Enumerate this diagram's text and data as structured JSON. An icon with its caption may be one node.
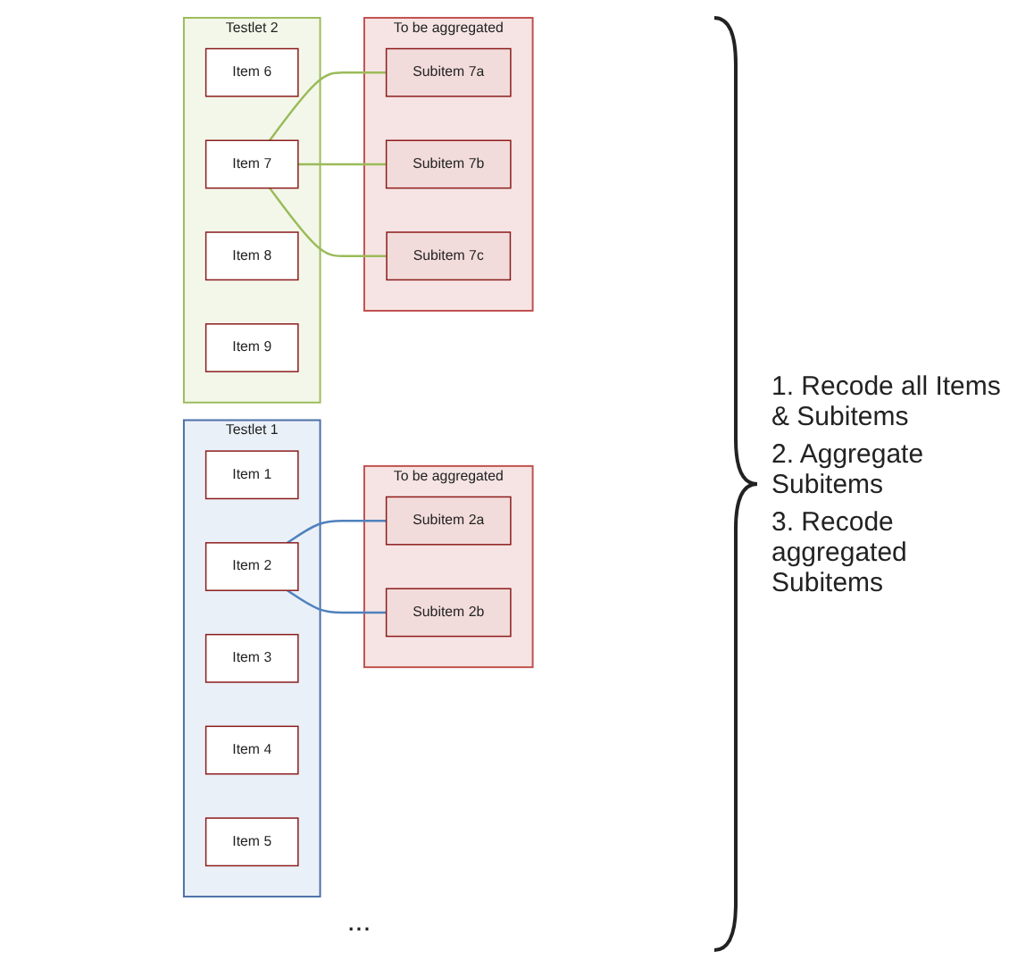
{
  "diagram": {
    "nodes": [
      {
        "text": [
          "Testlet 1"
        ]
      },
      {
        "text": [
          "Item 1"
        ],
        "in": 0
      },
      {
        "text": [
          "Item 2"
        ],
        "in": 0
      },
      {
        "text": [
          "Item 3"
        ],
        "in": 0
      },
      {
        "text": [
          "Item 4"
        ],
        "in": 0
      },
      {
        "text": [
          "Item 5"
        ],
        "in": 0
      },
      {
        "text": [
          "To be aggregated"
        ]
      },
      {
        "text": [
          "Subitem 2a"
        ],
        "in": 6
      },
      {
        "text": [
          "Subitem 2b"
        ],
        "in": 6
      },
      {
        "text": [
          "Testlet 2"
        ]
      },
      {
        "text": [
          "Item 6"
        ],
        "in": 9
      },
      {
        "text": [
          "Item 7"
        ],
        "in": 9
      },
      {
        "text": [
          "Item 8"
        ],
        "in": 9
      },
      {
        "text": [
          "Item 9"
        ],
        "in": 9
      },
      {
        "text": [
          "To be aggregated"
        ]
      },
      {
        "text": [
          "Subitem 7a"
        ],
        "in": 14
      },
      {
        "text": [
          "Subitem 7b"
        ],
        "in": 14
      },
      {
        "text": [
          "Subitem 7c"
        ],
        "in": 14
      }
    ],
    "edges": [
      {
        "from": 2,
        "to": 7,
        "arrow": "none",
        "color": "#4f81bd"
      },
      {
        "from": 2,
        "to": 8,
        "arrow": "none",
        "color": "#4f81bd"
      },
      {
        "from": 11,
        "to": 15,
        "arrow": "none",
        "color": "#9bbb59"
      },
      {
        "from": 11,
        "to": 16,
        "arrow": "none",
        "color": "#9bbb59"
      },
      {
        "from": 11,
        "to": 17,
        "arrow": "none",
        "color": "#9bbb59"
      }
    ],
    "labels": [
      "...",
      "1. Recode all Items & Subitems",
      "2. Aggregate Subitems",
      "3. Recode aggregated Subitems"
    ]
  }
}
